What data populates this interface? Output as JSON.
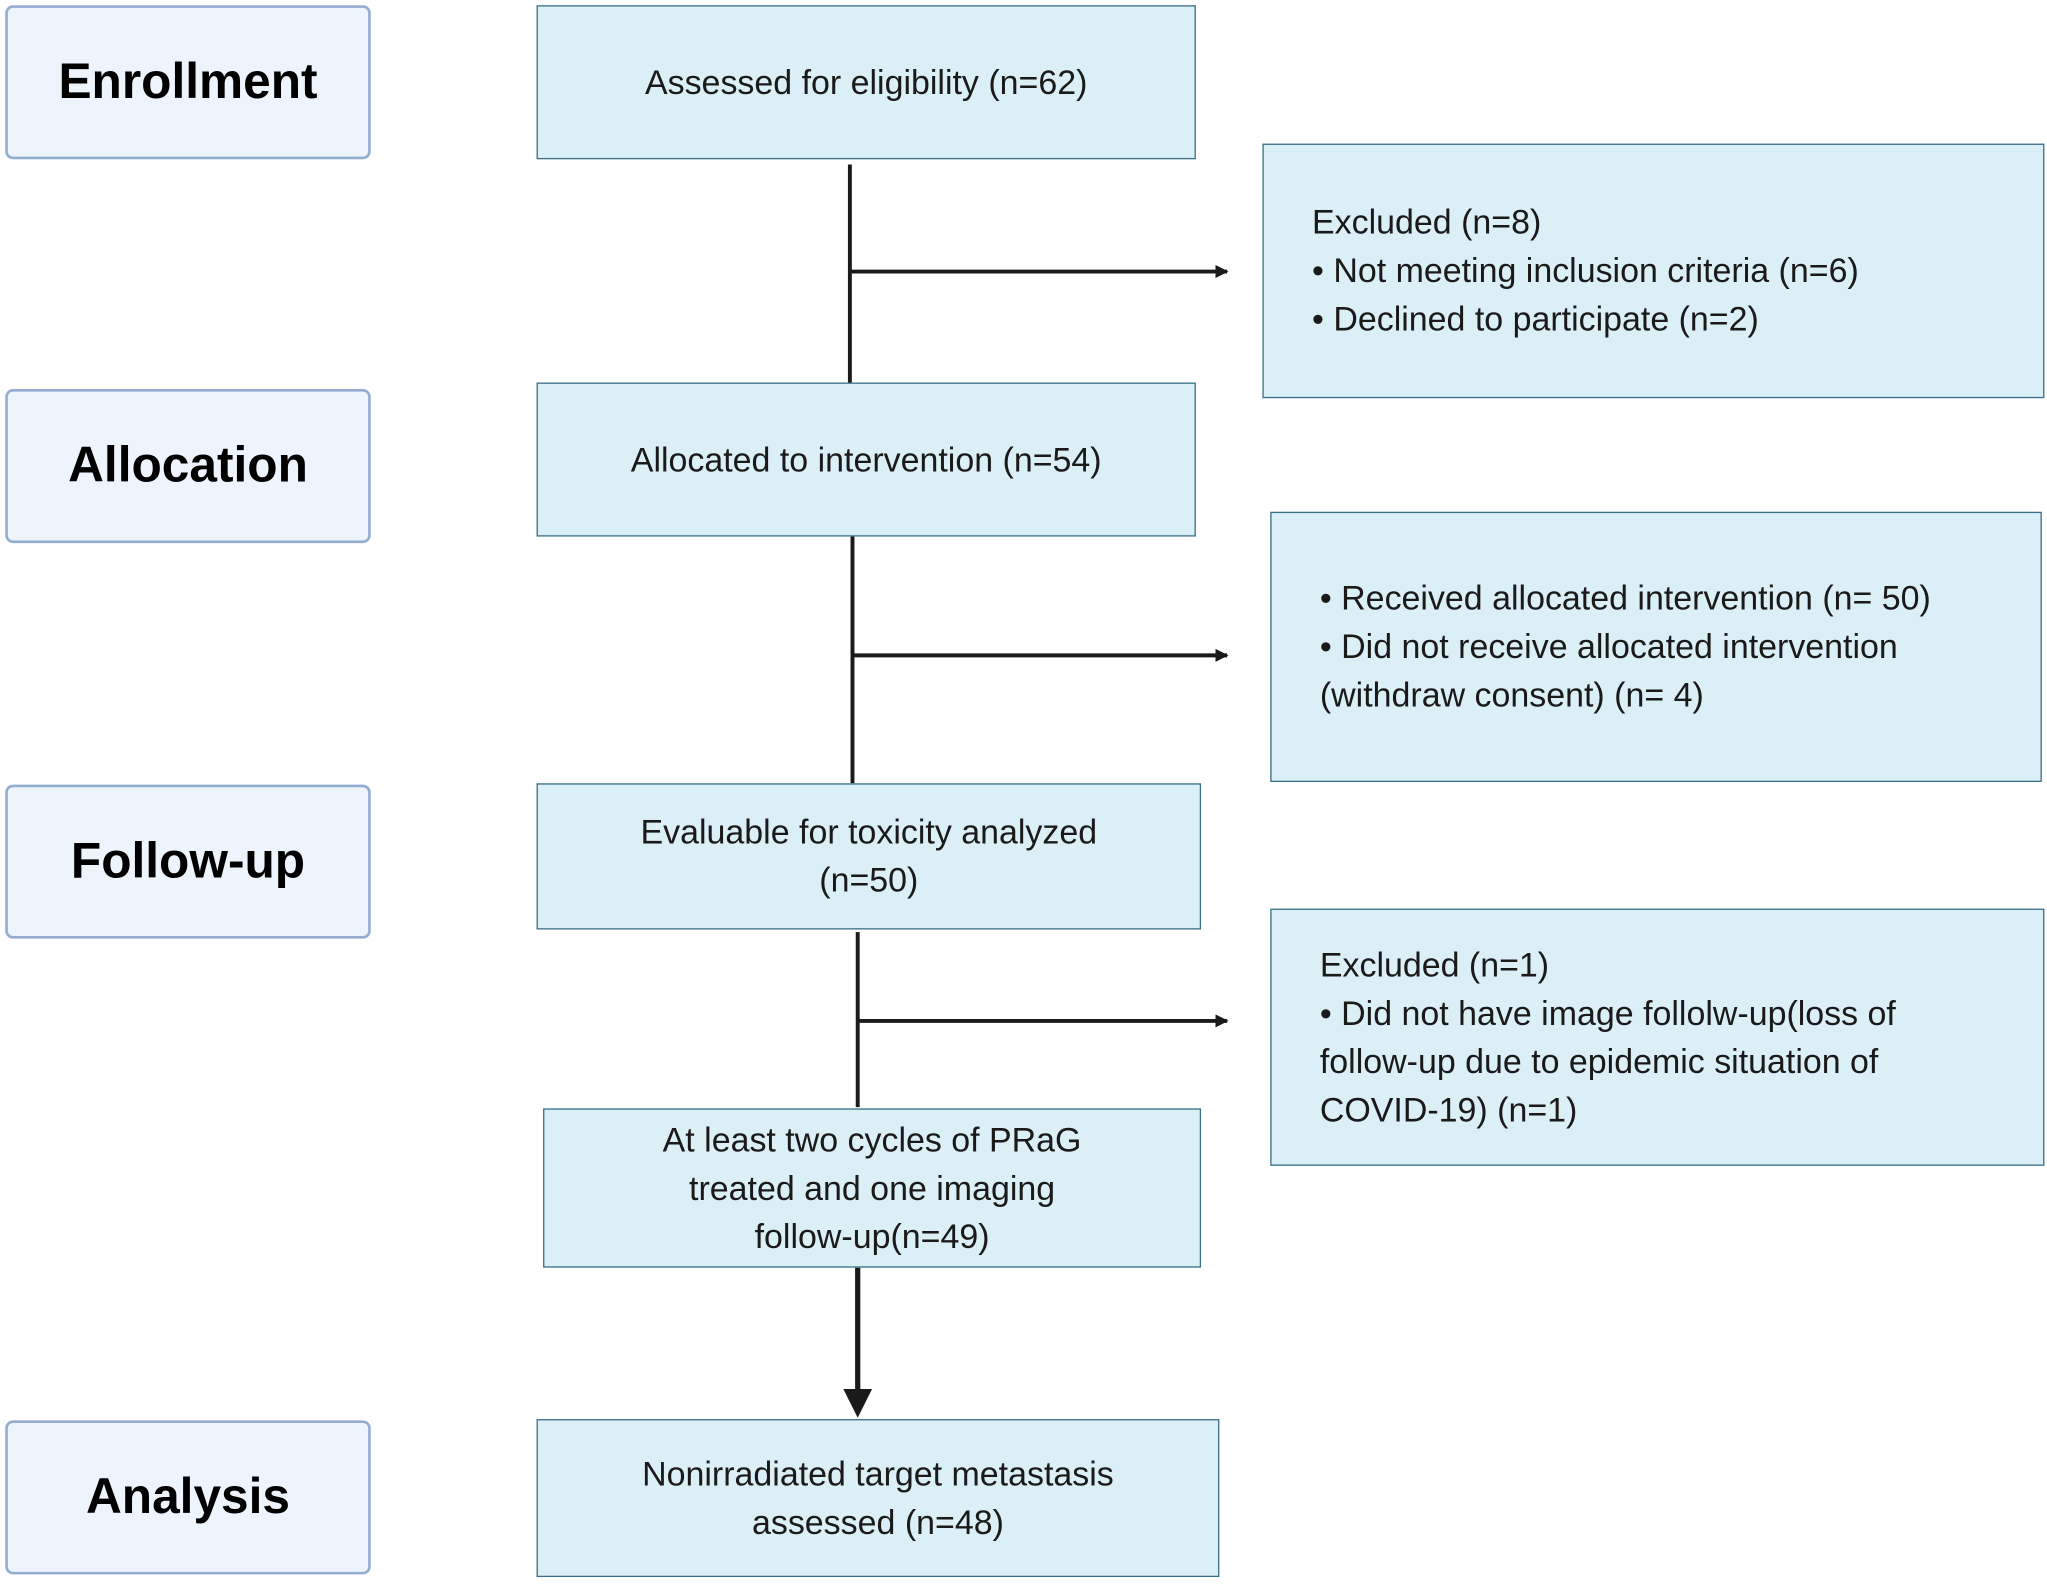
{
  "phases": {
    "enrollment": "Enrollment",
    "allocation": "Allocation",
    "followup": "Follow-up",
    "analysis": "Analysis"
  },
  "boxes": {
    "assessed": [
      "Assessed for eligibility (n=62)"
    ],
    "excluded_enrollment": [
      "Excluded (n=8)",
      "• Not meeting inclusion criteria (n=6)",
      "• Declined to participate (n=2)"
    ],
    "allocated": [
      "Allocated to intervention (n=54)"
    ],
    "received": [
      "• Received allocated intervention (n= 50)",
      "• Did not receive allocated intervention",
      "(withdraw consent) (n= 4)"
    ],
    "evaluable": [
      "Evaluable for toxicity analyzed",
      "(n=50)"
    ],
    "excluded_followup": [
      "Excluded (n=1)",
      "• Did not have  image follolw-up(loss of",
      "follow-up due to epidemic situation of",
      "COVID-19)  (n=1)"
    ],
    "cycles": [
      "At least two cycles of PRaG",
      "treated and one imaging",
      "follow-up(n=49)"
    ],
    "analysis": [
      "Nonirradiated target metastasis",
      "assessed (n=48)"
    ]
  },
  "colors": {
    "phase_fill": "#eef4fb",
    "phase_border": "#93acd1",
    "box_fill": "#daeff6",
    "box_border": "#3b6f86",
    "connector": "#1a1a1a"
  }
}
